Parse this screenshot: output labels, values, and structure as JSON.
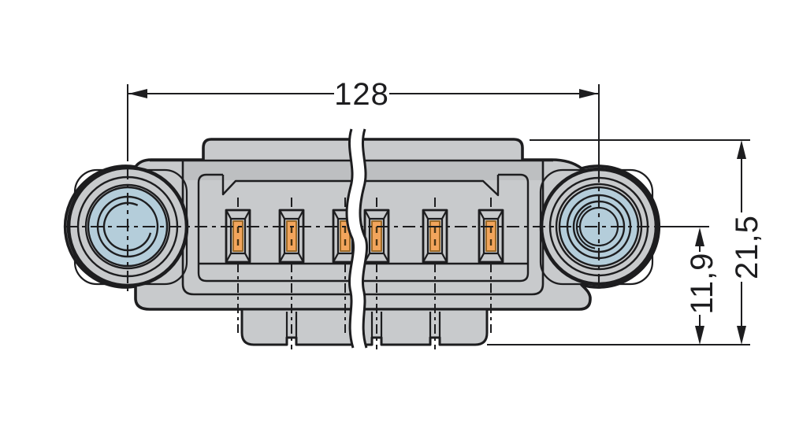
{
  "drawing": {
    "type": "technical-dimension-drawing",
    "view": "front"
  },
  "dimensions": {
    "width": {
      "value": "128"
    },
    "height_total": {
      "value": "21,5"
    },
    "height_center": {
      "value": "11,9"
    }
  },
  "pins": {
    "count": 6
  },
  "colors": {
    "body_gray": "#c8cacc",
    "hole_blue": "#b4cdda",
    "contact_orange": "#f2a55c",
    "line": "#1d1d1f",
    "background": "#ffffff"
  }
}
